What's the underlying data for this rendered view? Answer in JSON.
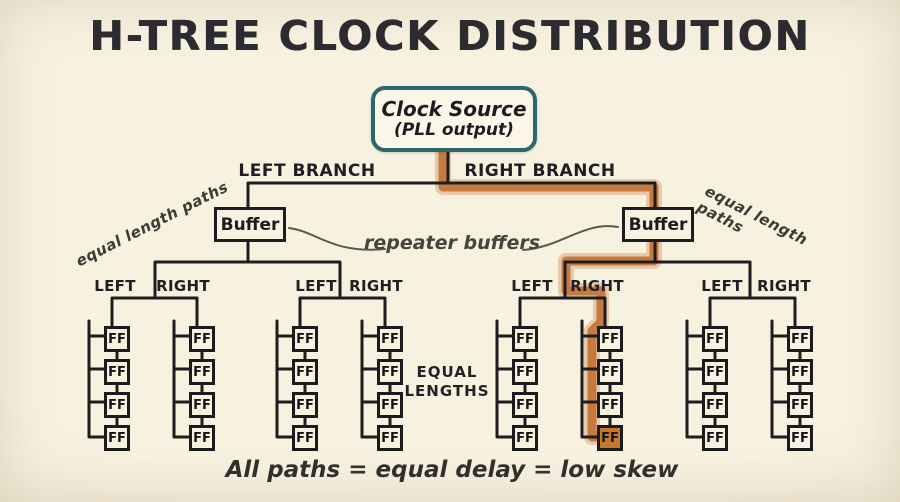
{
  "title": "H-TREE CLOCK DISTRIBUTION",
  "clock_source": {
    "line1": "Clock Source",
    "line2": "(PLL output)"
  },
  "branch_labels": {
    "left": "LEFT BRANCH",
    "right": "RIGHT BRANCH"
  },
  "buffers": {
    "left_label": "Buffer",
    "right_label": "Buffer"
  },
  "notes": {
    "repeater": "repeater buffers",
    "equal_paths_left": "equal length paths",
    "equal_paths_right": "equal length paths",
    "equal_lengths_line1": "EQUAL",
    "equal_lengths_line2": "LENGTHS"
  },
  "groups": [
    {
      "left": "LEFT",
      "right": "RIGHT"
    },
    {
      "left": "LEFT",
      "right": "RIGHT"
    },
    {
      "left": "LEFT",
      "right": "RIGHT"
    },
    {
      "left": "LEFT",
      "right": "RIGHT"
    }
  ],
  "ff": {
    "label": "FF",
    "columns": 8,
    "rows": 4,
    "highlighted_column": 6,
    "highlighted_row": 4
  },
  "caption": "All paths = equal delay = low skew",
  "colors": {
    "background": "#f7f1e0",
    "ink": "#1d1d1f",
    "teal_border": "#2d666d",
    "highlight_stroke": "#c67a40",
    "highlight_fill": "#c8772f"
  }
}
